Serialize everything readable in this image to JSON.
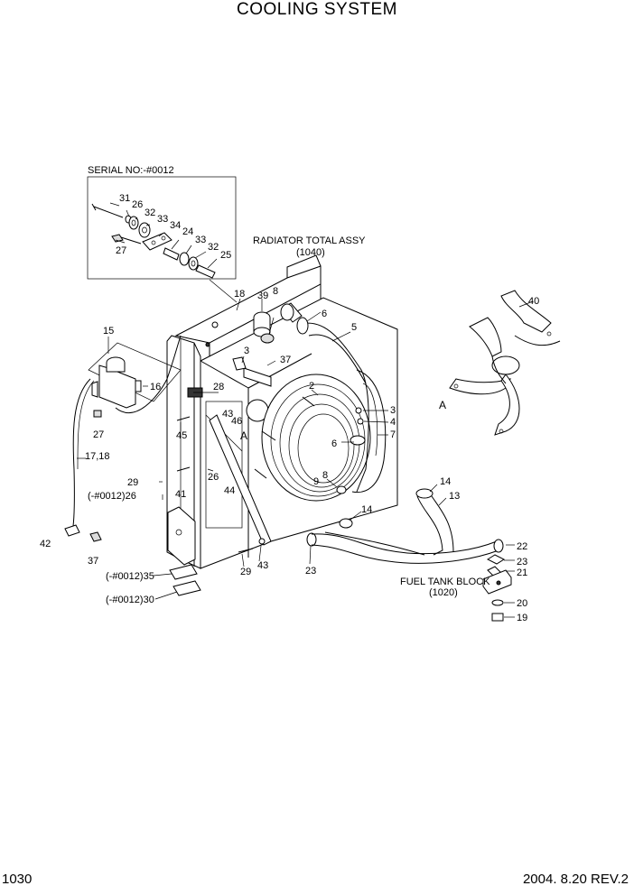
{
  "page": {
    "title": "COOLING SYSTEM",
    "page_number": "1030",
    "date_rev": "2004. 8.20  REV.2"
  },
  "notes": {
    "serial_box": "SERIAL NO:-#0012",
    "radiator": "RADIATOR TOTAL ASSY",
    "radiator_ref": "(1040)",
    "fuel_block": "FUEL TANK BLOCK",
    "fuel_block_ref": "(1020)",
    "view_a": "A"
  },
  "callouts": {
    "c31": "31",
    "c26a": "26",
    "c32a": "32",
    "c33a": "33",
    "c34": "34",
    "c24": "24",
    "c33b": "33",
    "c32b": "32",
    "c25": "25",
    "c27a": "27",
    "c18": "18",
    "c39": "39",
    "c8a": "8",
    "c6a": "6",
    "c5": "5",
    "c40": "40",
    "c15": "15",
    "c16": "16",
    "c27b": "27",
    "c3a": "3",
    "c37a": "37",
    "c28": "28",
    "c2": "2",
    "c43a": "43",
    "c46": "46",
    "c45": "45",
    "c3b": "3",
    "c4": "4",
    "c6b": "6",
    "c7": "7",
    "c17_18": "17,18",
    "c29a": "29",
    "c26b": "(-#0012)26",
    "c41": "41",
    "c26c": "26",
    "c44": "44",
    "c9": "9",
    "c8b": "8",
    "c14a": "14",
    "c13": "13",
    "c14b": "14",
    "c42": "42",
    "c37b": "37",
    "c29b": "29",
    "c43b": "43",
    "c23a": "23",
    "c22": "22",
    "c23b": "23",
    "c21": "21",
    "c35": "(-#0012)35",
    "c30": "(-#0012)30",
    "c20": "20",
    "c19": "19"
  }
}
